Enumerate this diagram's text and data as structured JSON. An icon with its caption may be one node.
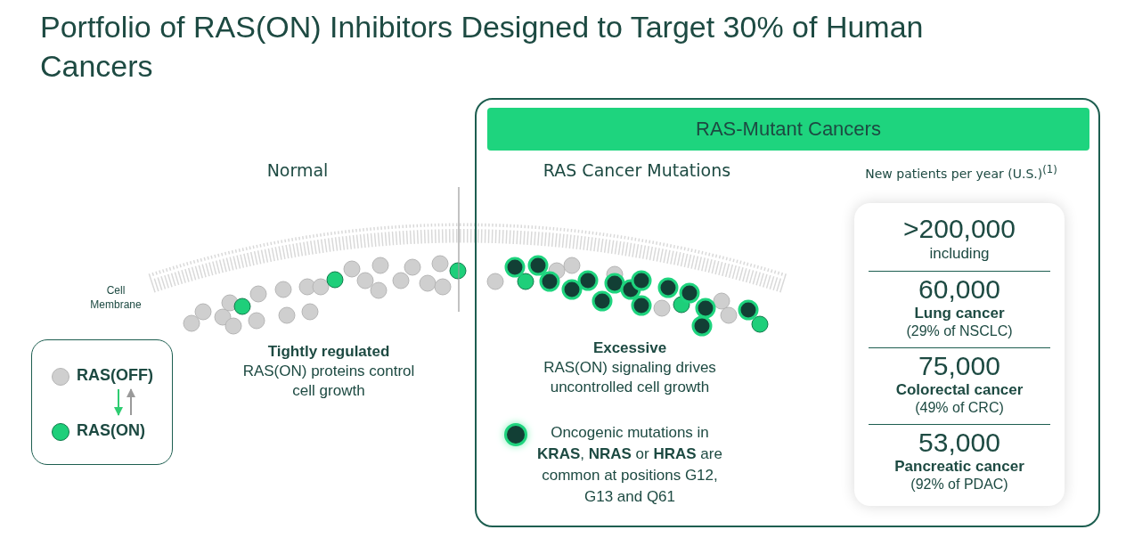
{
  "diagram": {
    "title": "Portfolio of RAS(ON) Inhibitors Designed to Target 30% of Human Cancers",
    "nodes": [
      {
        "text": [],
        "shape": "box"
      },
      {
        "text": [
          "RAS(OFF)"
        ],
        "in": 0
      },
      {
        "text": [
          "RAS(ON)"
        ],
        "in": 0
      },
      {
        "text": [
          "RAS-Mutant Cancers"
        ]
      },
      {
        "text": [
          ">200,000",
          "including",
          "60,000",
          "Lung cancer",
          "(29% of NSCLC)",
          "75,000",
          "Colorectal cancer",
          "(49% of CRC)",
          "53,000",
          "Pancreatic cancer",
          "(92% of PDAC)"
        ],
        "in": 3,
        "beside": [
          "New patients per year (U.S.)$^{(1)}$"
        ]
      }
    ],
    "edges": [
      {
        "from": 1,
        "to": 2,
        "arrow": "to",
        "color": "#2ecc71"
      },
      {
        "from": 2,
        "to": 1,
        "arrow": "to",
        "color": "#9a9a9a"
      }
    ],
    "labels": [
      "Normal",
      "Cell Membrane",
      "**Tightly regulated** RAS(ON) proteins control cell growth",
      "RAS Cancer Mutations",
      "**Excessive** RAS(ON) signaling drives uncontrolled cell growth",
      "Oncogenic mutations in **KRAS**, **NRAS** or **HRAS** are common at positions G12, G13 and Q61"
    ]
  }
}
